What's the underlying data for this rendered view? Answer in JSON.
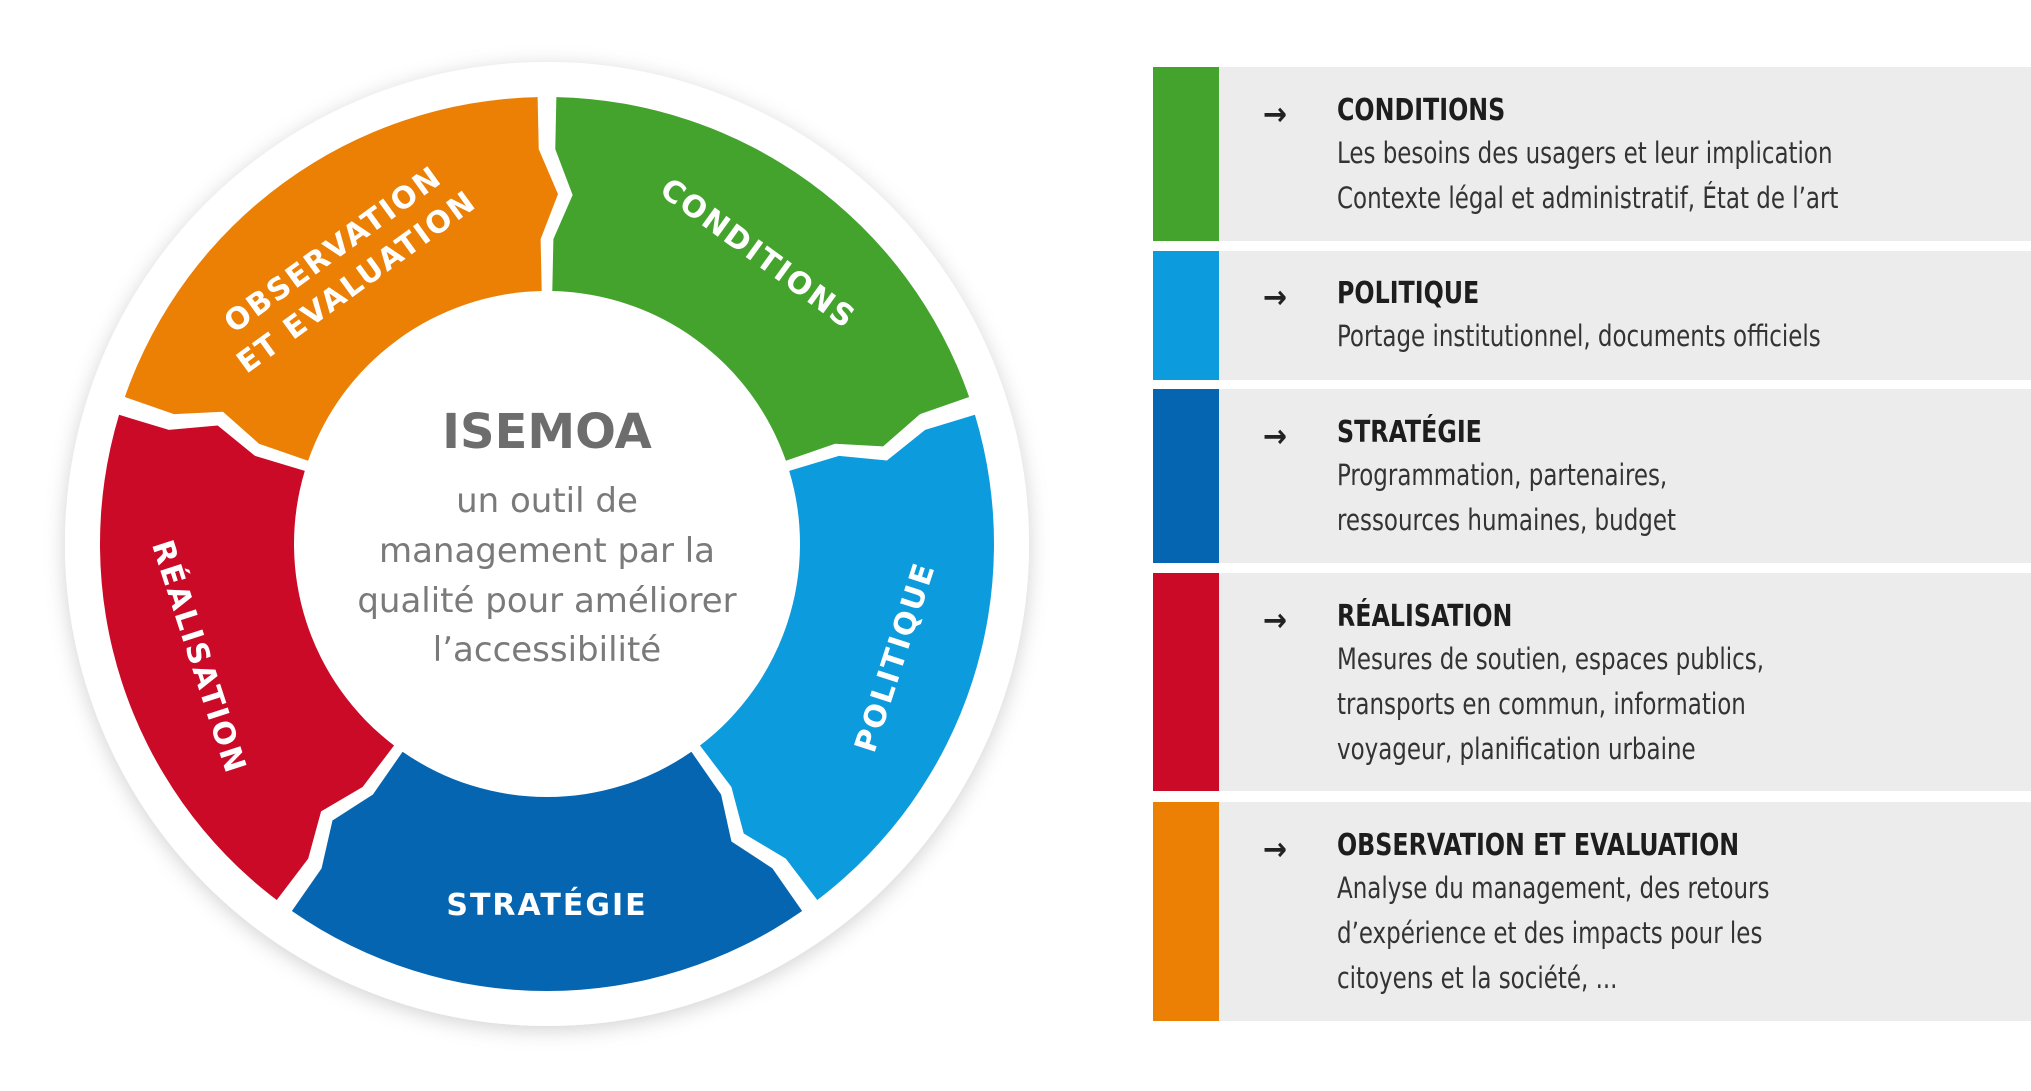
{
  "wheel": {
    "title": "ISEMOA",
    "subtitle": [
      "un outil de",
      "management par la",
      "qualité pour améliorer",
      "l’accessibilité"
    ],
    "segments": [
      {
        "label": [
          "CONDITIONS"
        ],
        "color": "#43a32d"
      },
      {
        "label": [
          "POLITIQUE"
        ],
        "color": "#0c9bdc"
      },
      {
        "label": [
          "STRATÉGIE"
        ],
        "color": "#0565b0"
      },
      {
        "label": [
          "RÉALISATION"
        ],
        "color": "#cb0a27"
      },
      {
        "label": [
          "OBSERVATION",
          "ET EVALUATION"
        ],
        "color": "#eb8005"
      }
    ]
  },
  "legend": [
    {
      "title": "CONDITIONS",
      "lines": [
        "Les besoins des usagers et leur implication",
        "Contexte légal et administratif, État de l’art"
      ],
      "color": "#43a32d",
      "icon": "arrow-right-icon"
    },
    {
      "title": "POLITIQUE",
      "lines": [
        "Portage institutionnel, documents officiels"
      ],
      "color": "#0c9bdc",
      "icon": "arrow-right-icon"
    },
    {
      "title": "STRATÉGIE",
      "lines": [
        "Programmation, partenaires,",
        "ressources humaines, budget"
      ],
      "color": "#0565b0",
      "icon": "arrow-right-icon"
    },
    {
      "title": "RÉALISATION",
      "lines": [
        "Mesures de soutien, espaces publics,",
        "transports en commun, information",
        "voyageur, planification urbaine"
      ],
      "color": "#cb0a27",
      "icon": "arrow-right-icon"
    },
    {
      "title": "OBSERVATION ET EVALUATION",
      "lines": [
        "Analyse du management, des retours",
        "d’expérience et des impacts pour les",
        "citoyens et la société, ..."
      ],
      "color": "#eb8005",
      "icon": "arrow-right-icon"
    }
  ]
}
